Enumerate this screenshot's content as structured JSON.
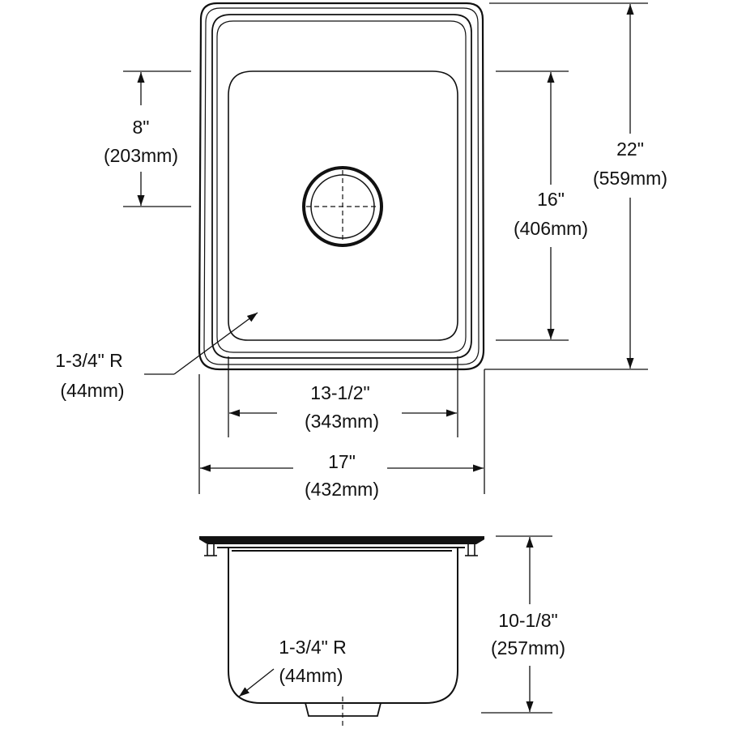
{
  "dimensions": {
    "bowl_length": {
      "imperial": "8\"",
      "metric": "(203mm)"
    },
    "bowl_depth_inner": {
      "imperial": "16\"",
      "metric": "(406mm)"
    },
    "overall_length": {
      "imperial": "22\"",
      "metric": "(559mm)"
    },
    "corner_radius_top": {
      "imperial": "1-3/4\" R",
      "metric": "(44mm)"
    },
    "bowl_width": {
      "imperial": "13-1/2\"",
      "metric": "(343mm)"
    },
    "overall_width": {
      "imperial": "17\"",
      "metric": "(432mm)"
    },
    "bowl_height": {
      "imperial": "10-1/8\"",
      "metric": "(257mm)"
    },
    "corner_radius_side": {
      "imperial": "1-3/4\" R",
      "metric": "(44mm)"
    }
  }
}
